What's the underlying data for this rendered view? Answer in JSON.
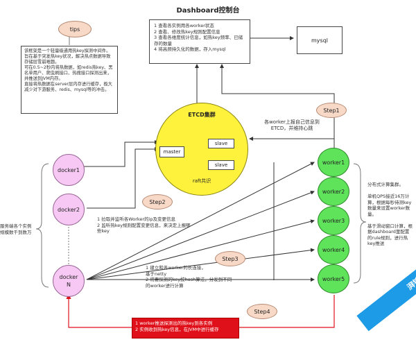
{
  "title": "Dashboard控制台",
  "dashboard_points": "1 查看各实例用各worker状态\n2 查看、修改热key规则配置信息\n3 查看各维度统计信息，如热key频率、已储存的数量\n4 将高频持久化的数据，存入mysql",
  "mysql": "mysql",
  "tips_label": "tips",
  "tips_text": "该框架是一个轻量级通用热key探测中间件。\n旨在基于突发热key状况，解决热点数据导致存储层雪崩难题。\n可在0.5~2秒内将热数据，如redis热key、黑名单用户、爬虫刷接口、热搜接口探测出来，并推送到JVM内存。\n直接将热数据在server层内存进行缓存，极大减少对下游服务、redis、mysql等的冲击。",
  "etcd": {
    "title": "ETCD集群",
    "master": "master",
    "slave1": "slave",
    "slave2": "slave",
    "raft": "raft共识"
  },
  "step1": {
    "label": "Step1",
    "text": "各worker上报自己信息到\nETCD，并维持心跳"
  },
  "step2": {
    "label": "Step2",
    "text": "1 拉取并监听各Worker的ip及变更信息\n2 监听热key规则配置变更信息，来决定上报哪些key"
  },
  "step3": {
    "label": "Step3",
    "text": "1 建立和各worker的长连接，\n基于netty\n2 将要探测的key按hash算法，分发到不同的worker进行计算"
  },
  "step4": {
    "label": "Step4",
    "text": "1 worker推送探测出的热key到各实例\n2 实例收到热key信息，在JVM中进行缓存"
  },
  "dockers": [
    "docker1",
    "docker2",
    "docker\nN"
  ],
  "docker_caption": "服务端各个实例\n规模数千到数万",
  "workers": [
    "worker1",
    "worker2",
    "worker3",
    "worker4",
    "worker5"
  ],
  "worker_caption": "分布式计算集群。\n\n单机QPS接近16万计算，根据每秒待测key数量来设置worker数量。\n\n基于滑动窗口计算，根据dashboard里配置的rule规则，进行热key推送",
  "watermark": "湃锦软件"
}
